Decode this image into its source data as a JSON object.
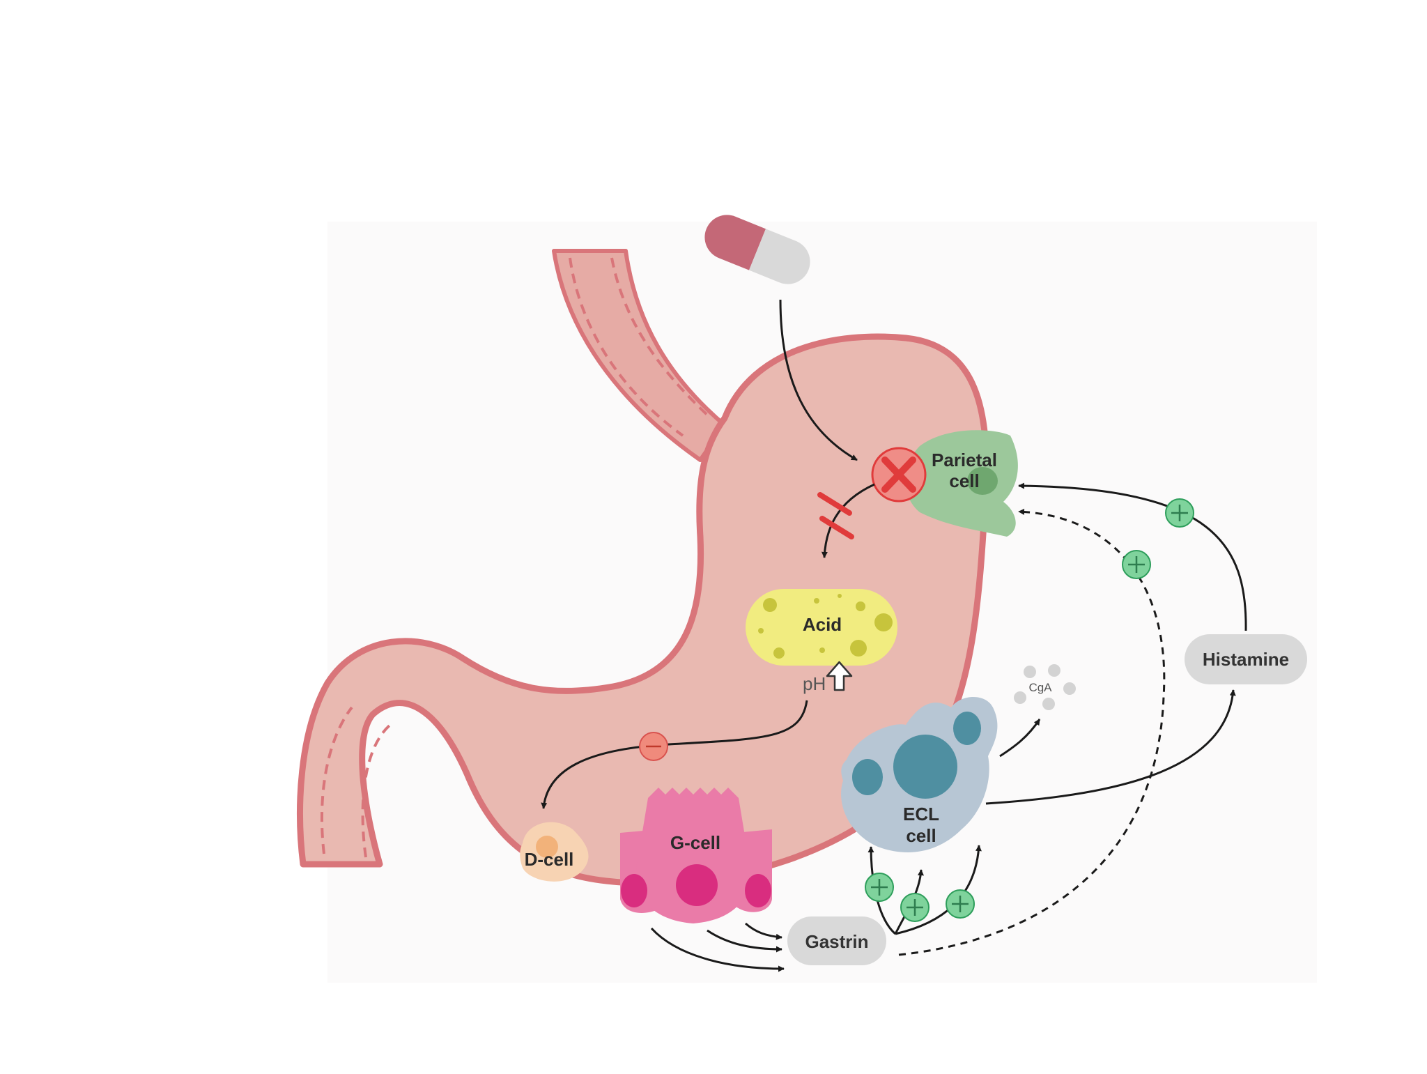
{
  "labels": {
    "parietal_line1": "Parietal",
    "parietal_line2": "cell",
    "acid": "Acid",
    "ph": "pH",
    "d_cell": "D-cell",
    "g_cell": "G-cell",
    "ecl_line1": "ECL",
    "ecl_line2": "cell",
    "gastrin": "Gastrin",
    "histamine": "Histamine",
    "cga": "CgA"
  },
  "colors": {
    "stomach_fill": "#e9b9b1",
    "stomach_edge": "#d9757a",
    "esophagus_fill": "#e6aba5",
    "parietal": "#9cc89b",
    "acid": "#f1ec80",
    "d_cell": "#f7d3b3",
    "g_cell": "#ea7ba8",
    "g_cell_nucleus": "#d92d7f",
    "ecl_cell": "#b7c6d4",
    "ecl_nucleus": "#4f8fa1",
    "badge_plus": "#7fd39c",
    "badge_minus": "#f08a7c",
    "pill_label": "#d9d9d9",
    "inhibit": "#e03b3b"
  },
  "icons": {
    "capsule": "capsule-icon",
    "blocked": "x-circle-icon",
    "ph_up": "up-arrow-outline-icon"
  }
}
